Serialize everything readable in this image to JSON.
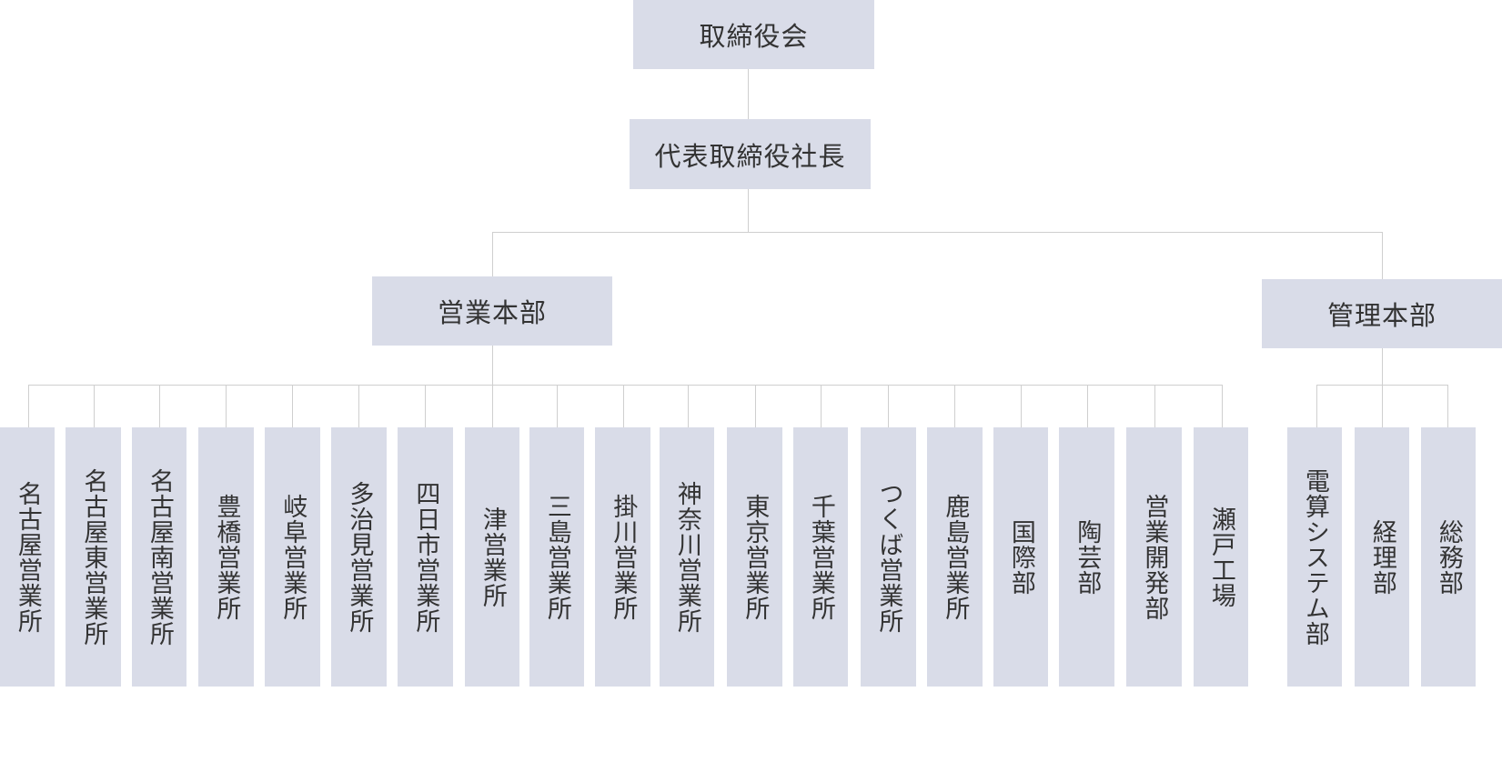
{
  "colors": {
    "box_fill": "#d9dce8",
    "text": "#333333",
    "line": "#cfcfcf",
    "background": "#ffffff"
  },
  "chart": {
    "board": "取締役会",
    "president": "代表取締役社長",
    "sales_hq": {
      "label": "営業本部",
      "units": [
        "名古屋営業所",
        "名古屋東営業所",
        "名古屋南営業所",
        "豊橋営業所",
        "岐阜営業所",
        "多治見営業所",
        "四日市営業所",
        "津営業所",
        "三島営業所",
        "掛川営業所",
        "神奈川営業所",
        "東京営業所",
        "千葉営業所",
        "つくば営業所",
        "鹿島営業所",
        "国際部",
        "陶芸部",
        "営業開発部",
        "瀬戸工場"
      ]
    },
    "admin_hq": {
      "label": "管理本部",
      "units": [
        "電算システム部",
        "経理部",
        "総務部"
      ]
    }
  }
}
